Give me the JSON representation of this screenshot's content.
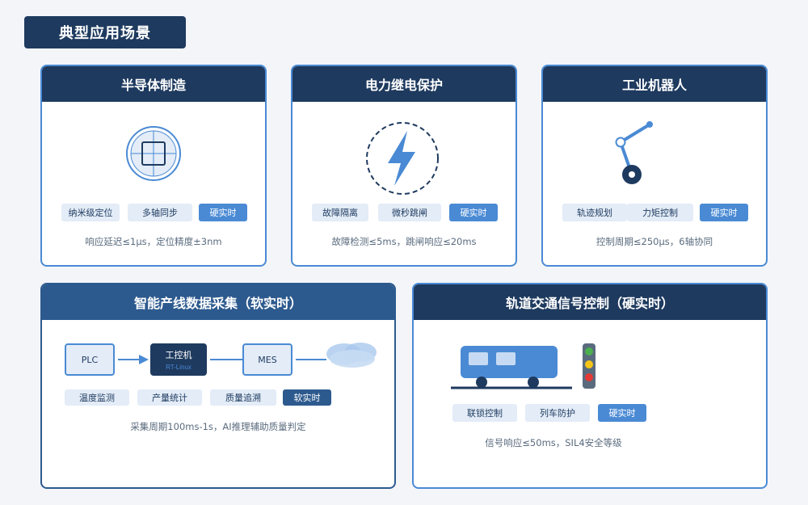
{
  "page": {
    "title": "典型应用场景"
  },
  "cards": [
    {
      "title": "半导体制造",
      "tags": [
        "纳米级定位",
        "多轴同步",
        "硬实时"
      ],
      "desc": "响应延迟≤1μs，定位精度±3nm",
      "icon": "wafer-crosshair-icon"
    },
    {
      "title": "电力继电保护",
      "tags": [
        "故障隔离",
        "微秒跳闸",
        "硬实时"
      ],
      "desc": "故障检测≤5ms，跳闸响应≤20ms",
      "icon": "lightning-bolt-icon"
    },
    {
      "title": "工业机器人",
      "tags": [
        "轨迹规划",
        "力矩控制",
        "硬实时"
      ],
      "desc": "控制周期≤250μs，6轴协同",
      "icon": "robot-arm-icon"
    },
    {
      "title": "智能产线数据采集（软实时）",
      "flow": {
        "plc": "PLC",
        "ipc": "工控机",
        "ipc_sub": "RT-Linux",
        "mes": "MES"
      },
      "tags": [
        "温度监测",
        "产量统计",
        "质量追溯",
        "软实时"
      ],
      "desc": "采集周期100ms-1s，AI推理辅助质量判定",
      "icon": "cloud-icon"
    },
    {
      "title": "轨道交通信号控制（硬实时）",
      "tags": [
        "联锁控制",
        "列车防护",
        "硬实时"
      ],
      "desc": "信号响应≤50ms，SIL4安全等级",
      "icon": "train-icon"
    }
  ],
  "colors": {
    "navy": "#1e3a5f",
    "steel_blue": "#2d5a8e",
    "accent": "#4a8ad4",
    "tag_bg": "#e3ecf7",
    "signal_green": "#4caf50",
    "signal_yellow": "#f5c518",
    "signal_red": "#e53935"
  }
}
